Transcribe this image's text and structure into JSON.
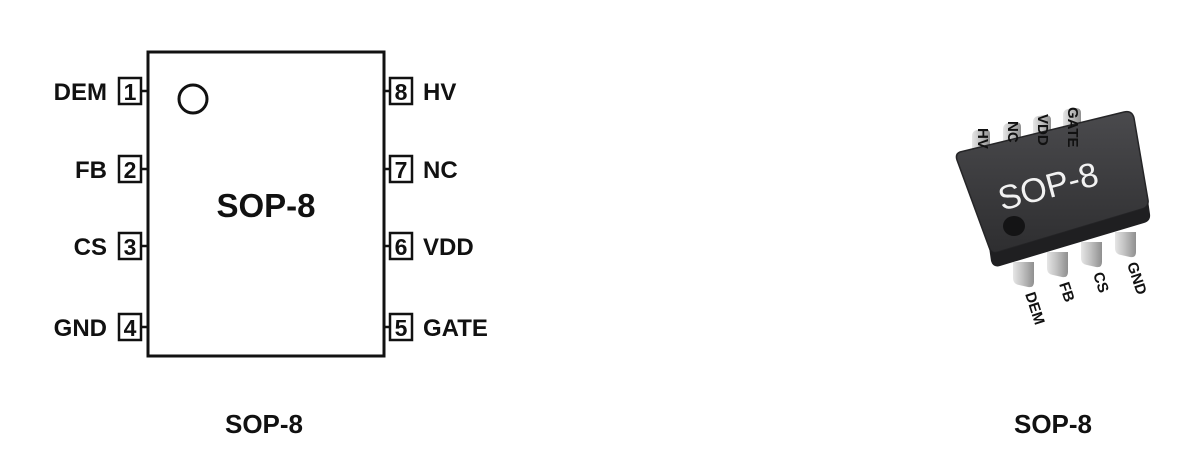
{
  "schematic": {
    "body_label": "SOP-8",
    "caption": "SOP-8",
    "left_pins": [
      {
        "number": "1",
        "name": "DEM"
      },
      {
        "number": "2",
        "name": "FB"
      },
      {
        "number": "3",
        "name": "CS"
      },
      {
        "number": "4",
        "name": "GND"
      }
    ],
    "right_pins": [
      {
        "number": "8",
        "name": "HV"
      },
      {
        "number": "7",
        "name": "NC"
      },
      {
        "number": "6",
        "name": "VDD"
      },
      {
        "number": "5",
        "name": "GATE"
      }
    ]
  },
  "package_3d": {
    "body_label": "SOP-8",
    "caption": "SOP-8",
    "top_pins": [
      "HV",
      "NC",
      "VDD",
      "GATE"
    ],
    "bottom_pins": [
      "DEM",
      "FB",
      "CS",
      "GND"
    ],
    "colors": {
      "body": "#3a3a3c",
      "body_edge": "#252527",
      "lead": "#c9c9c9"
    }
  }
}
